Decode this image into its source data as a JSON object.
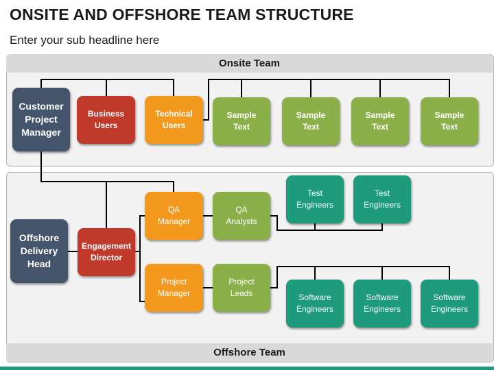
{
  "header": {
    "title": "ONSITE AND OFFSHORE TEAM STRUCTURE",
    "subtitle": "Enter your sub headline here"
  },
  "sections": {
    "onsite": "Onsite Team",
    "offshore": "Offshore Team"
  },
  "nodes": {
    "customer_pm": "Customer\nProject\nManager",
    "business_users": "Business\nUsers",
    "technical_users": "Technical\nUsers",
    "sample_1": "Sample\nText",
    "sample_2": "Sample\nText",
    "sample_3": "Sample\nText",
    "sample_4": "Sample\nText",
    "offshore_head": "Offshore\nDelivery\nHead",
    "engagement_director": "Engagement\nDirector",
    "qa_manager": "QA\nManager",
    "qa_analysts": "QA\nAnalysts",
    "test_eng_1": "Test\nEngineers",
    "test_eng_2": "Test\nEngineers",
    "project_manager": "Project\nManager",
    "project_leads": "Project\nLeads",
    "sw_eng_1": "Software\nEngineers",
    "sw_eng_2": "Software\nEngineers",
    "sw_eng_3": "Software\nEngineers"
  },
  "colors": {
    "navy": "#44546a",
    "red": "#c0392b",
    "orange": "#f39a1e",
    "green": "#8bb04a",
    "teal": "#1e9a7c"
  }
}
